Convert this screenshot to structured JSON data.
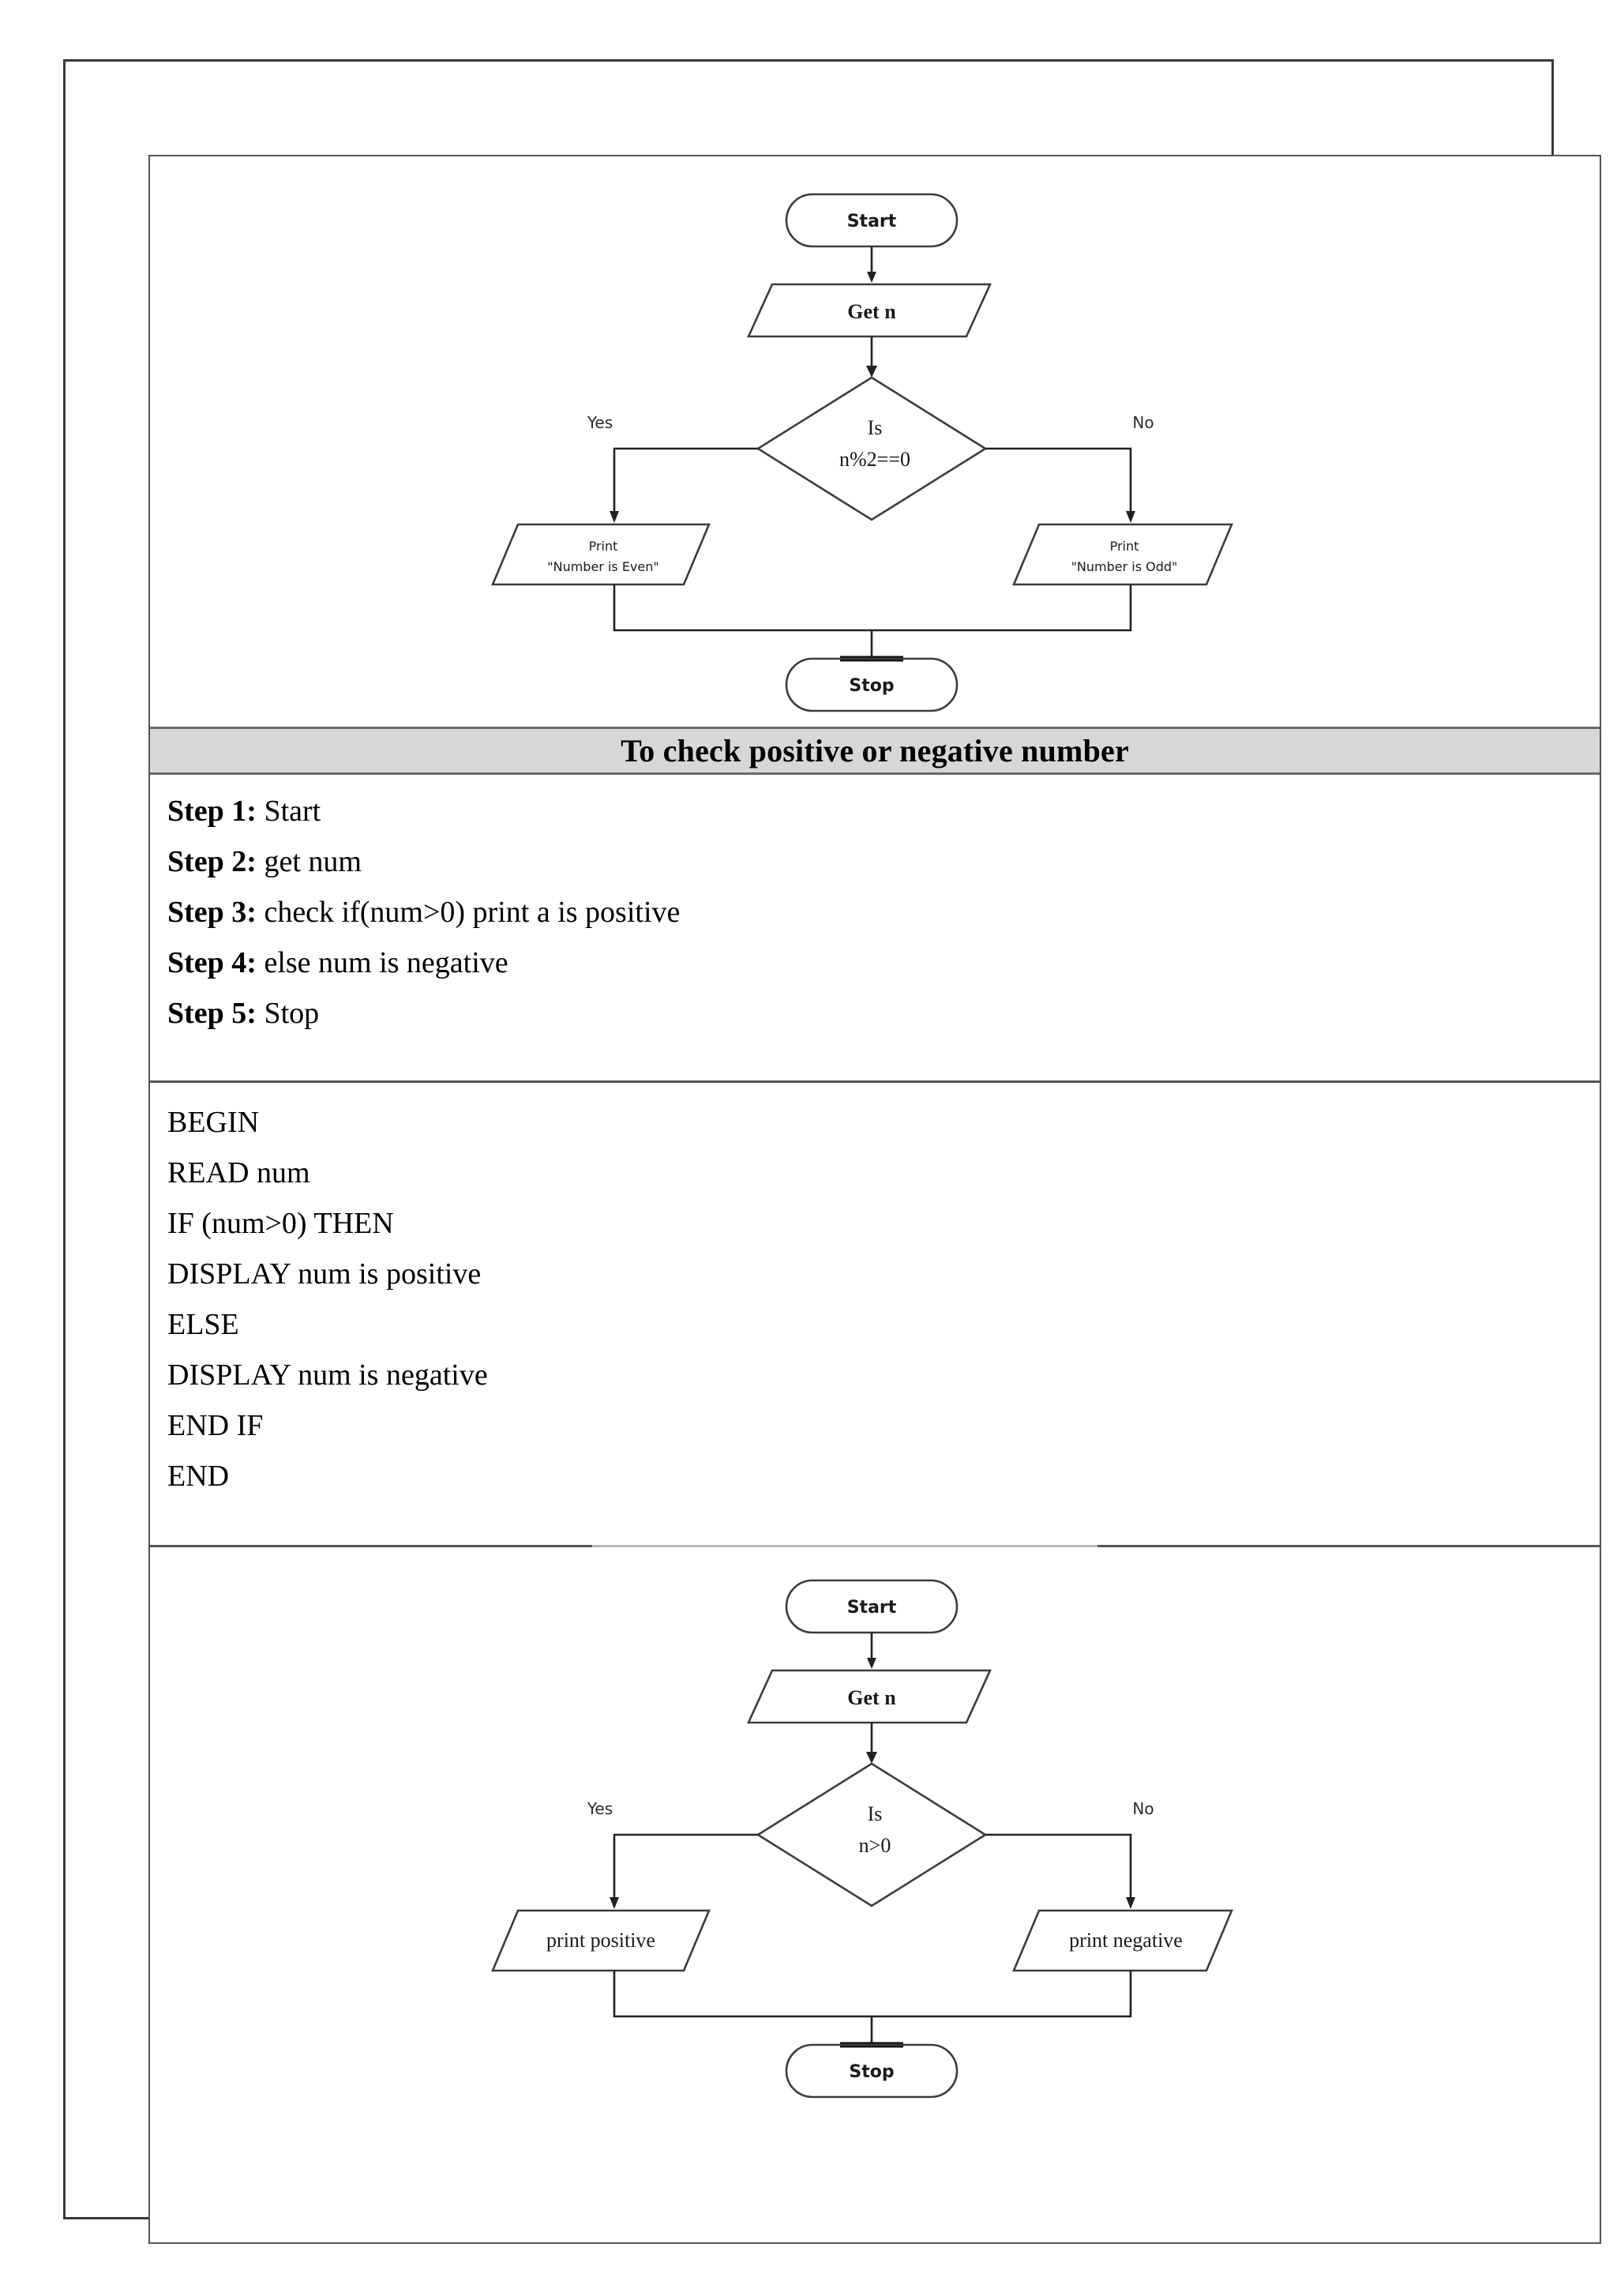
{
  "document": {
    "header_row": {
      "title": "To check positive or negative number"
    },
    "algorithm": {
      "steps": [
        {
          "label": "Step 1:",
          "text": "Start"
        },
        {
          "label": "Step 2:",
          "text": "get num"
        },
        {
          "label": "Step 3:",
          "text": "check if(num>0) print a is positive"
        },
        {
          "label": "Step 4:",
          "text": "else num is negative"
        },
        {
          "label": "Step 5:",
          "text": "Stop"
        }
      ]
    },
    "pseudocode": {
      "lines": [
        "BEGIN",
        "READ num",
        "IF (num>0) THEN",
        "DISPLAY num is positive",
        "ELSE",
        "DISPLAY num is negative",
        "END IF",
        "END"
      ]
    },
    "flowchart_even_odd": {
      "start": "Start",
      "input": "Get n",
      "decision_line1": "Is",
      "decision_line2": "n%2==0",
      "yes_label": "Yes",
      "no_label": "No",
      "yes_branch_line1": "Print",
      "yes_branch_line2": "\"Number is Even\"",
      "no_branch_line1": "Print",
      "no_branch_line2": "\"Number is Odd\"",
      "stop": "Stop"
    },
    "flowchart_pos_neg": {
      "start": "Start",
      "input": "Get n",
      "decision_line1": "Is",
      "decision_line2": "n>0",
      "yes_label": "Yes",
      "no_label": "No",
      "yes_branch": "print positive",
      "no_branch": "print negative",
      "stop": "Stop"
    },
    "colors": {
      "header_fill": "#d7d7d7",
      "border": "#555555",
      "page_border": "#3a3a3a",
      "shape_stroke": "#3c3c3c"
    }
  }
}
